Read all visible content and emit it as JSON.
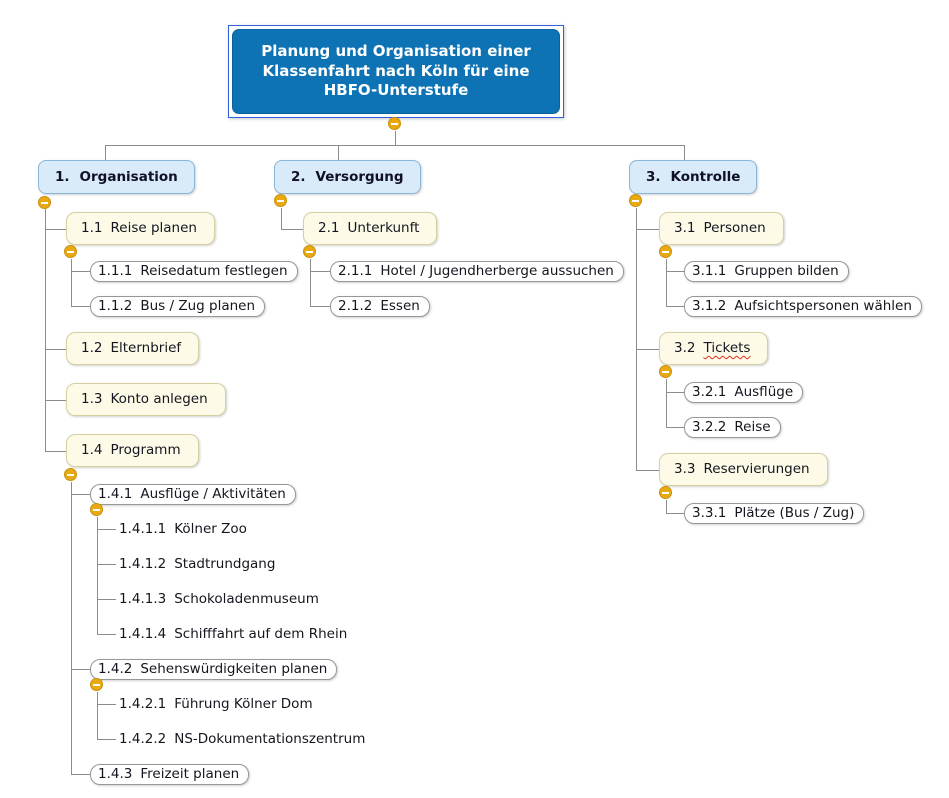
{
  "root": {
    "label": "Planung und Organisation einer Klassenfahrt nach Köln für eine HBFO-Unterstufe"
  },
  "nodes": {
    "n1": {
      "num": "1.",
      "label": "Organisation"
    },
    "n1_1": {
      "num": "1.1",
      "label": "Reise planen"
    },
    "n1_1_1": {
      "num": "1.1.1",
      "label": "Reisedatum festlegen"
    },
    "n1_1_2": {
      "num": "1.1.2",
      "label": "Bus / Zug planen"
    },
    "n1_2": {
      "num": "1.2",
      "label": "Elternbrief"
    },
    "n1_3": {
      "num": "1.3",
      "label": "Konto anlegen"
    },
    "n1_4": {
      "num": "1.4",
      "label": "Programm"
    },
    "n1_4_1": {
      "num": "1.4.1",
      "label": "Ausflüge / Aktivitäten"
    },
    "n1_4_1_1": {
      "num": "1.4.1.1",
      "label": "Kölner Zoo"
    },
    "n1_4_1_2": {
      "num": "1.4.1.2",
      "label": "Stadtrundgang"
    },
    "n1_4_1_3": {
      "num": "1.4.1.3",
      "label": "Schokoladenmuseum"
    },
    "n1_4_1_4": {
      "num": "1.4.1.4",
      "label": "Schifffahrt auf dem Rhein"
    },
    "n1_4_2": {
      "num": "1.4.2",
      "label": "Sehenswürdigkeiten planen"
    },
    "n1_4_2_1": {
      "num": "1.4.2.1",
      "label": "Führung Kölner Dom"
    },
    "n1_4_2_2": {
      "num": "1.4.2.2",
      "label": "NS-Dokumentationszentrum"
    },
    "n1_4_3": {
      "num": "1.4.3",
      "label": "Freizeit planen"
    },
    "n2": {
      "num": "2.",
      "label": "Versorgung"
    },
    "n2_1": {
      "num": "2.1",
      "label": "Unterkunft"
    },
    "n2_1_1": {
      "num": "2.1.1",
      "label": "Hotel / Jugendherberge aussuchen"
    },
    "n2_1_2": {
      "num": "2.1.2",
      "label": "Essen"
    },
    "n3": {
      "num": "3.",
      "label": "Kontrolle"
    },
    "n3_1": {
      "num": "3.1",
      "label": "Personen"
    },
    "n3_1_1": {
      "num": "3.1.1",
      "label": "Gruppen bilden"
    },
    "n3_1_2": {
      "num": "3.1.2",
      "label": "Aufsichtspersonen wählen"
    },
    "n3_2": {
      "num": "3.2",
      "label": "Tickets",
      "spellcheck_marker": true
    },
    "n3_2_1": {
      "num": "3.2.1",
      "label": "Ausflüge"
    },
    "n3_2_2": {
      "num": "3.2.2",
      "label": "Reise"
    },
    "n3_3": {
      "num": "3.3",
      "label": "Reservierungen"
    },
    "n3_3_1": {
      "num": "3.3.1",
      "label": "Plätze (Bus / Zug)"
    }
  },
  "colors": {
    "root_fill": "#0d73b5",
    "root_frame": "#2f5ede",
    "level1_fill": "#d9eaf8",
    "level1_border": "#8ab6d9",
    "level2_fill": "#fdfbe8",
    "level2_border": "#d6d0a0",
    "level3_border": "#979797",
    "connector_line": "#8c8c8c",
    "collapse_toggle": "#e9a911",
    "spellcheck_underline": "#e03020"
  }
}
